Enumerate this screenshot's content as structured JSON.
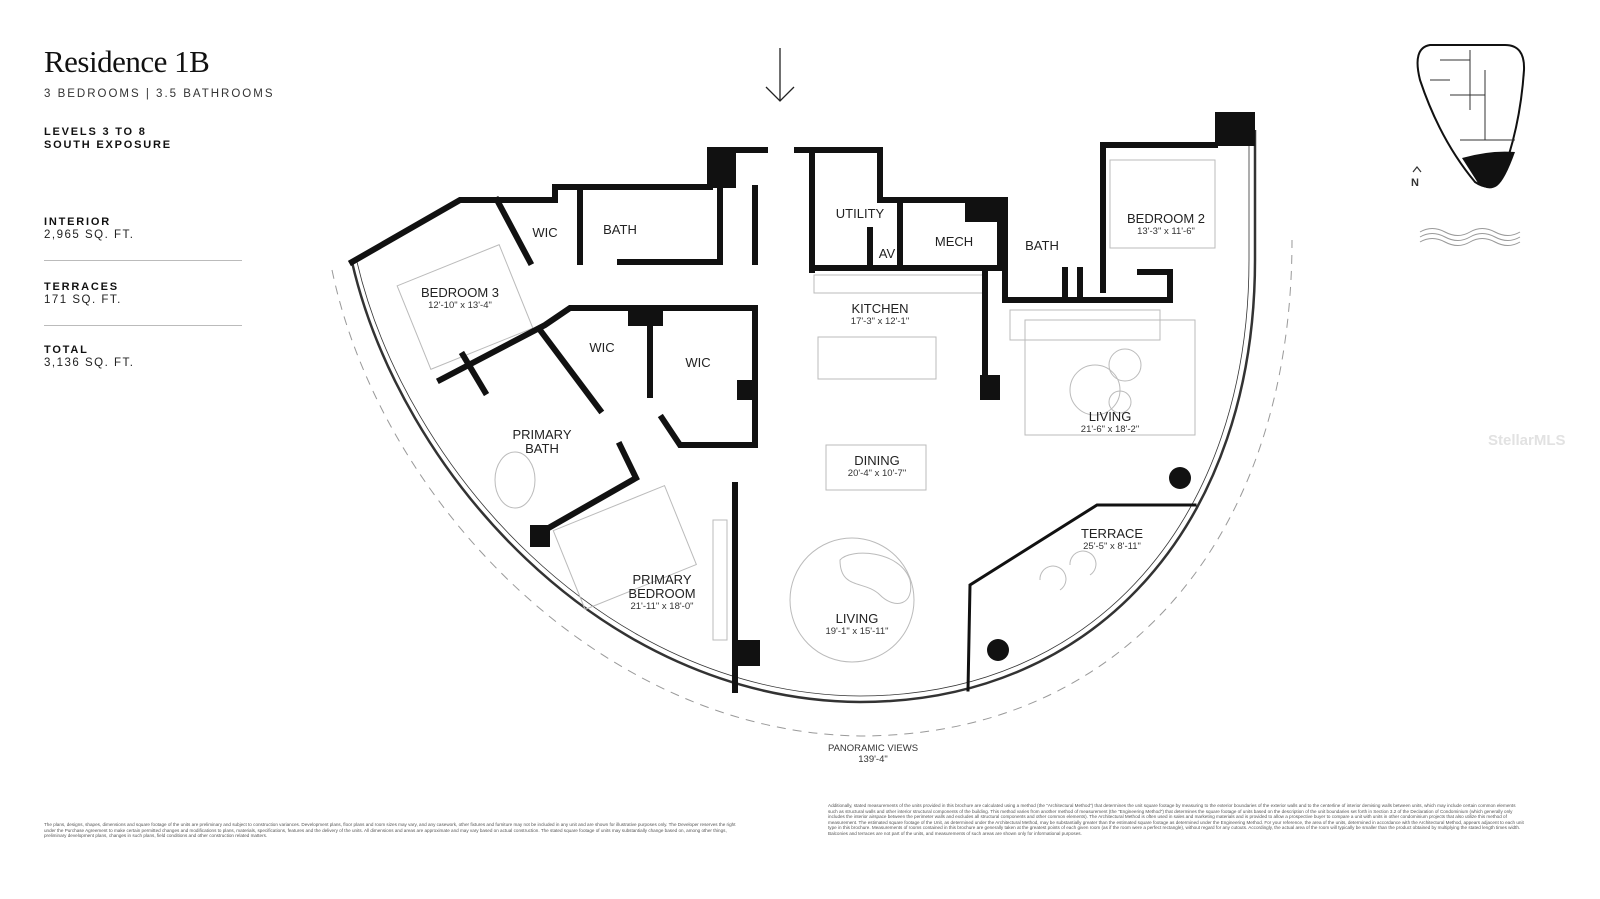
{
  "header": {
    "title": "Residence 1B",
    "subtitle": "3 BEDROOMS | 3.5 BATHROOMS",
    "levels": "LEVELS 3 TO 8",
    "exposure": "SOUTH EXPOSURE"
  },
  "areas": [
    {
      "label": "INTERIOR",
      "value": "2,965 SQ. FT."
    },
    {
      "label": "TERRACES",
      "value": "171 SQ. FT."
    },
    {
      "label": "TOTAL",
      "value": "3,136 SQ. FT."
    }
  ],
  "rooms": {
    "wic1": {
      "name": "WIC"
    },
    "bath1": {
      "name": "BATH"
    },
    "bedroom3": {
      "name": "BEDROOM 3",
      "dims": "12'-10\" x 13'-4\""
    },
    "wic2": {
      "name": "WIC"
    },
    "wic3": {
      "name": "WIC"
    },
    "primary_bath": {
      "name": "PRIMARY BATH"
    },
    "primary_bedroom": {
      "name": "PRIMARY BEDROOM",
      "dims": "21'-11\" x 18'-0\""
    },
    "utility": {
      "name": "UTILITY"
    },
    "av": {
      "name": "AV"
    },
    "mech": {
      "name": "MECH"
    },
    "kitchen": {
      "name": "KITCHEN",
      "dims": "17'-3\" x 12'-1\""
    },
    "dining": {
      "name": "DINING",
      "dims": "20'-4\" x 10'-7\""
    },
    "living1": {
      "name": "LIVING",
      "dims": "19'-1\" x 15'-11\""
    },
    "bath2": {
      "name": "BATH"
    },
    "bedroom2": {
      "name": "BEDROOM 2",
      "dims": "13'-3\" x 11'-6\""
    },
    "living2": {
      "name": "LIVING",
      "dims": "21'-6\" x 18'-2\""
    },
    "terrace": {
      "name": "TERRACE",
      "dims": "25'-5\" x 8'-11\""
    }
  },
  "views": {
    "label": "PANORAMIC VIEWS",
    "length": "139'-4\""
  },
  "compass": {
    "label": "N"
  },
  "watermark": "StellarMLS",
  "icons": [
    "entry-arrow-icon",
    "north-arrow-icon",
    "water-waves-icon",
    "building-keyplan-icon"
  ],
  "disclaimer_left": "The plans, designs, shapes, dimensions and square footage of the units are preliminary and subject to construction variances. Development plans, floor plans and room sizes may vary, and any casework, other fixtures and furniture may not be included in any unit and are shown for illustrative purposes only. The Developer reserves the right under the Purchase Agreement to make certain permitted changes and modifications to plans, materials, specifications, features and the delivery of the units. All dimensions and areas are approximate and may vary based on actual construction. The stated square footage of units may substantially change based on, among other things, preliminary development plans, changes in such plans, field conditions and other construction related matters.",
  "disclaimer_right": "Additionally, stated measurements of the units provided in this brochure are calculated using a method (the \"Architectural Method\") that determines the unit square footage by measuring to the exterior boundaries of the exterior walls and to the centerline of interior demising walls between units, which may include certain common elements such as structural walls and other interior structural components of the building. This method varies from another method of measurement (the \"Engineering Method\") that determines the square footage of units based on the description of the unit boundaries set forth in Section 3.2 of the Declaration of Condominium (which generally only includes the interior airspace between the perimeter walls and excludes all structural components and other common elements). The Architectural Method is often used in sales and marketing materials and is provided to allow a prospective buyer to compare a unit with units in other condominium projects that also utilize this method of measurement. The estimated square footage of the Unit, as determined under the Architectural Method, may be substantially greater than the estimated square footage as determined under the Engineering Method. For your reference, the area of the units, determined in accordance with the Architectural Method, appears adjacent to each unit type in this brochure. Measurements of rooms contained in this brochure are generally taken at the greatest points of each given room (as if the room were a perfect rectangle), without regard for any cutouts. Accordingly, the actual area of the room will typically be smaller than the product obtained by multiplying the stated length times width. Balconies and terraces are not part of the units, and measurements of such areas are shown only for informational purposes.",
  "colors": {
    "wall": "#111111",
    "furniture": "#bbbbbb",
    "text": "#222222"
  }
}
